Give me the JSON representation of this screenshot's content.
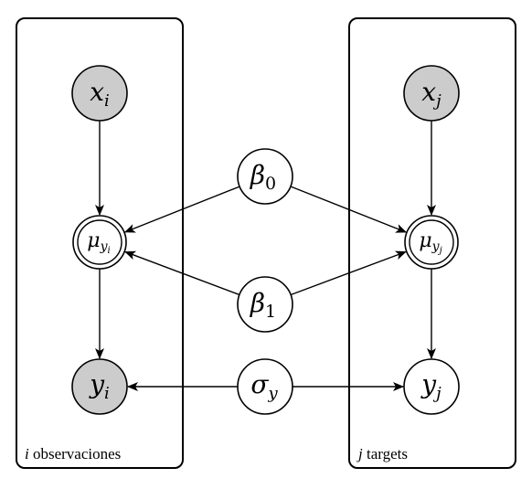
{
  "diagram": {
    "colors": {
      "observed_fill": "#cccccc",
      "latent_fill": "#ffffff",
      "stroke": "#000000"
    },
    "plates": {
      "left": {
        "index": "i",
        "label": " observaciones"
      },
      "right": {
        "index": "j",
        "label": " targets"
      }
    },
    "nodes": {
      "x_i": {
        "base": "x",
        "sub": "i",
        "observed": true
      },
      "x_j": {
        "base": "x",
        "sub": "j",
        "observed": true
      },
      "mu_i": {
        "base": "μ",
        "sub": "y",
        "subsub": "i",
        "deterministic": true
      },
      "mu_j": {
        "base": "μ",
        "sub": "y",
        "subsub": "j",
        "deterministic": true
      },
      "beta_0": {
        "base": "β",
        "sub": "0"
      },
      "beta_1": {
        "base": "β",
        "sub": "1"
      },
      "y_i": {
        "base": "y",
        "sub": "i",
        "observed": true
      },
      "y_j": {
        "base": "y",
        "sub": "j"
      },
      "sigma_y": {
        "base": "σ",
        "sub": "y"
      }
    },
    "edges": [
      [
        "x_i",
        "mu_i"
      ],
      [
        "x_j",
        "mu_j"
      ],
      [
        "beta_0",
        "mu_i"
      ],
      [
        "beta_0",
        "mu_j"
      ],
      [
        "beta_1",
        "mu_i"
      ],
      [
        "beta_1",
        "mu_j"
      ],
      [
        "mu_i",
        "y_i"
      ],
      [
        "mu_j",
        "y_j"
      ],
      [
        "sigma_y",
        "y_i"
      ],
      [
        "sigma_y",
        "y_j"
      ]
    ]
  }
}
